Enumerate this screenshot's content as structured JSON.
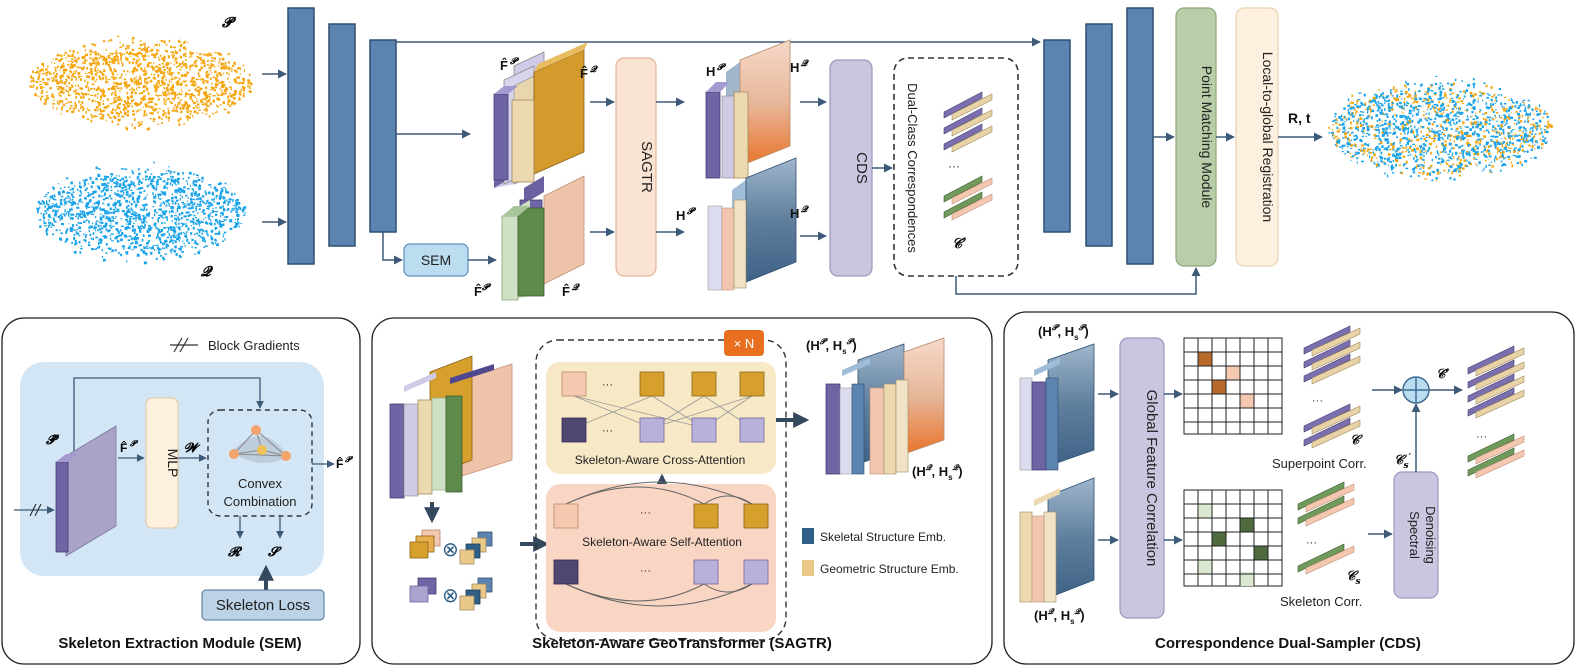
{
  "labels": {
    "P": "𝓟",
    "Q": "𝓠",
    "F_P": "F̂",
    "F_Q": "F̂",
    "SAGTR": "SAGTR",
    "H_P": "H",
    "H_Q": "H",
    "Hs_P": "H",
    "Hs_Q": "H",
    "CDS": "CDS",
    "dual_class": "Dual-Class Correspondences",
    "C_prime": "𝒞′",
    "ellipsis": "···",
    "SEM": "SEM",
    "Fs_P": "F̂",
    "Fs_Q": "F̂",
    "point_matching": "Point Matching Module",
    "local_global": "Local-to-global Registration",
    "Rt": "R, t"
  },
  "sem": {
    "title": "Skeleton Extraction Module (SEM)",
    "block_gradients": "Block Gradients",
    "P_hat": "𝓟̂",
    "F_P": "F̂",
    "mlp": "MLP",
    "W": "𝓦",
    "convex_line1": "Convex",
    "convex_line2": "Combination",
    "Fs_P": "F̂",
    "R_P": "𝓡",
    "S_P": "𝓢",
    "skeleton_loss": "Skeleton Loss"
  },
  "sagtr": {
    "title": "Skeleton-Aware GeoTransformer (SAGTR)",
    "times_n": "× N",
    "cross_attention": "Skeleton-Aware Cross-Attention",
    "self_attention": "Skeleton-Aware Self-Attention",
    "out_top": "(H",
    "out_bottom": "(H",
    "legend_skel": "Skeletal Structure Emb.",
    "legend_geo": "Geometric Structure Emb.",
    "otimes": "⊗"
  },
  "cds": {
    "title": "Correspondence Dual-Sampler (CDS)",
    "in_top": "(H",
    "in_bottom": "(H",
    "gfc": "Global Feature Correlation",
    "superpoint": "Superpoint Corr.",
    "skeleton": "Skeleton Corr.",
    "C": "𝒞",
    "Cs": "𝒞",
    "Cs_prime": "𝒞",
    "C_prime": "𝒞′",
    "spectral_line1": "Spectral",
    "spectral_line2": "Denoising",
    "oplus": "⊕"
  },
  "colors": {
    "encoder": "#5b84b1",
    "encoder_stroke": "#2f4f73",
    "orange_pts": "#f5a60f",
    "blue_pts": "#1aa3e8",
    "sagtr_fill": "#fbe3d3",
    "cds_fill": "#cbc6df",
    "pmm_fill": "#b9cda8",
    "lgr_fill": "#fdf0df",
    "sem_fill": "#bcdcf0",
    "sem_panel": "#d3e6f5",
    "purple": "#7b6fad",
    "tan": "#e8d3a8",
    "gold": "#d7a02c",
    "green": "#6f9a5b",
    "peach": "#f3c7b0",
    "lavender": "#a9a3cf",
    "skel_emb": "#2f5f86",
    "geo_emb": "#e8c98a",
    "times_n_fill": "#e86f1f"
  }
}
